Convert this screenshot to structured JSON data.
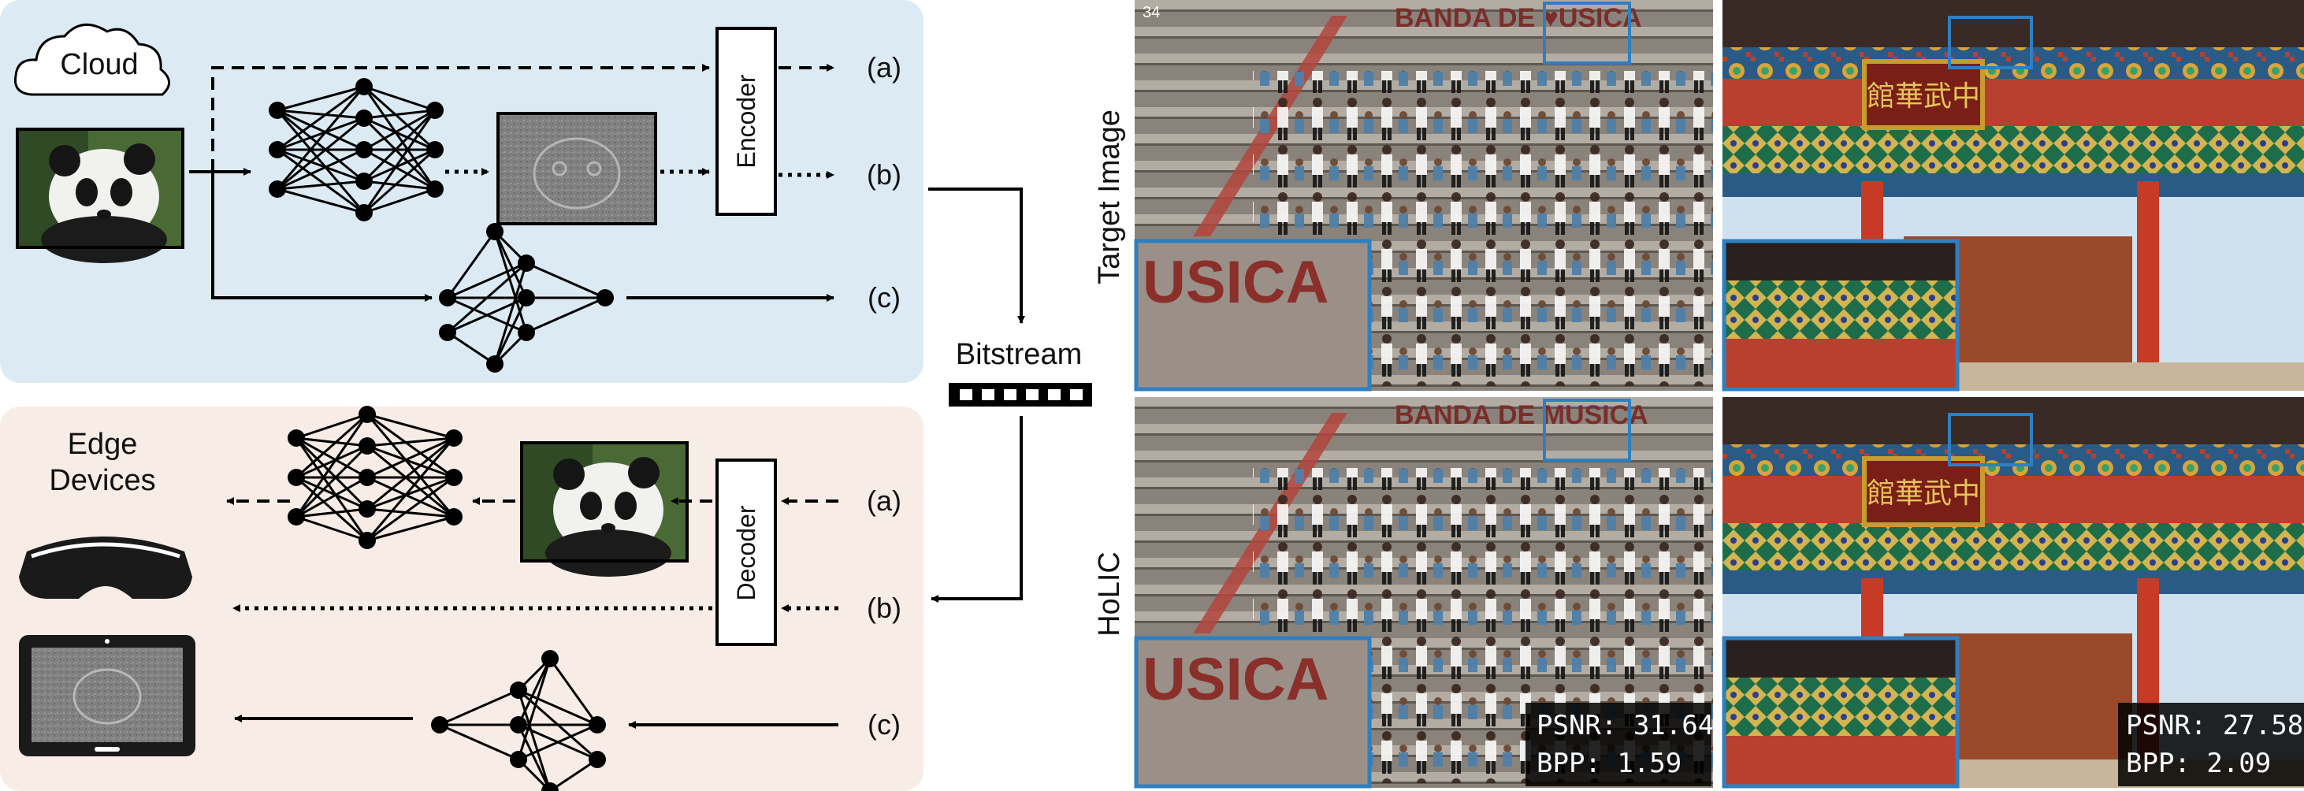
{
  "diagram": {
    "cloud_label": "Cloud",
    "encoder_label": "Encoder",
    "decoder_label": "Decoder",
    "bitstream_label": "Bitstream",
    "edge_label_line1": "Edge",
    "edge_label_line2": "Devices",
    "path_labels": [
      "(a)",
      "(b)",
      "(c)"
    ]
  },
  "panels": {
    "row_labels": [
      "Target Image",
      "HoLIC"
    ],
    "scene_texts": {
      "banner": "BANDA DE MUSICA",
      "banner_top_visible": "BANDA DE ♥USICA",
      "zoom_crop": "USICA",
      "frame_number": "34",
      "gate_sign": "館華武中"
    },
    "metrics": [
      {
        "psnr_label": "PSNR: 31.64",
        "bpp_label": "BPP: 1.59"
      },
      {
        "psnr_label": "PSNR: 27.58",
        "bpp_label": "BPP: 2.09"
      }
    ]
  },
  "colors": {
    "cloud_bg": "#dceaf3",
    "edge_bg": "#f8ece6",
    "zoom_box": "#2f7fc1",
    "metric_box": "#000000"
  }
}
